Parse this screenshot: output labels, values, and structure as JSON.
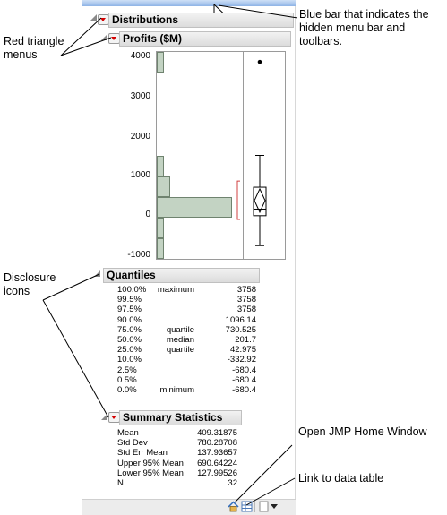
{
  "titles": {
    "distributions": "Distributions",
    "profits": "Profits ($M)",
    "quantiles": "Quantiles",
    "summary": "Summary Statistics"
  },
  "axis": {
    "ticks": [
      "4000",
      "3000",
      "2000",
      "1000",
      "0",
      "-1000"
    ]
  },
  "histogram": {
    "bins": [
      {
        "lower": 3500,
        "upper": 4000,
        "count": 1
      },
      {
        "lower": 1000,
        "upper": 1500,
        "count": 1
      },
      {
        "lower": 500,
        "upper": 1000,
        "count": 2
      },
      {
        "lower": 0,
        "upper": 500,
        "count": 11
      },
      {
        "lower": -500,
        "upper": 0,
        "count": 1
      },
      {
        "lower": -1000,
        "upper": -500,
        "count": 1
      }
    ],
    "max_count": 11,
    "ylim": [
      -1000,
      4000
    ]
  },
  "boxplot": {
    "outlier": 3758,
    "whisker_high": 1500,
    "q3": 730.525,
    "median": 201.7,
    "q1": 42.975,
    "whisker_low": -680.4,
    "mean": 409.31875,
    "ci_low": 127.99526,
    "ci_high": 690.64224
  },
  "quantiles": [
    {
      "pct": "100.0%",
      "label": "maximum",
      "value": "3758"
    },
    {
      "pct": "99.5%",
      "label": "",
      "value": "3758"
    },
    {
      "pct": "97.5%",
      "label": "",
      "value": "3758"
    },
    {
      "pct": "90.0%",
      "label": "",
      "value": "1096.14"
    },
    {
      "pct": "75.0%",
      "label": "quartile",
      "value": "730.525"
    },
    {
      "pct": "50.0%",
      "label": "median",
      "value": "201.7"
    },
    {
      "pct": "25.0%",
      "label": "quartile",
      "value": "42.975"
    },
    {
      "pct": "10.0%",
      "label": "",
      "value": "-332.92"
    },
    {
      "pct": "2.5%",
      "label": "",
      "value": "-680.4"
    },
    {
      "pct": "0.5%",
      "label": "",
      "value": "-680.4"
    },
    {
      "pct": "0.0%",
      "label": "minimum",
      "value": "-680.4"
    }
  ],
  "summary": [
    {
      "label": "Mean",
      "value": "409.31875"
    },
    {
      "label": "Std Dev",
      "value": "780.28708"
    },
    {
      "label": "Std Err Mean",
      "value": "137.93657"
    },
    {
      "label": "Upper 95% Mean",
      "value": "690.64224"
    },
    {
      "label": "Lower 95% Mean",
      "value": "127.99526"
    },
    {
      "label": "N",
      "value": "32"
    }
  ],
  "annotations": {
    "blue_bar": "Blue bar that indicates the hidden menu bar and toolbars.",
    "red_triangle": "Red triangle menus",
    "disclosure": "Disclosure icons",
    "home": "Open JMP Home Window",
    "data_table": "Link to data table"
  },
  "colors": {
    "bar_fill": "#c3d3c3",
    "bar_stroke": "#6f836f",
    "red_triangle": "#d40000",
    "blue_bar": "#8fb4e6",
    "ci_bracket": "#d04040"
  }
}
